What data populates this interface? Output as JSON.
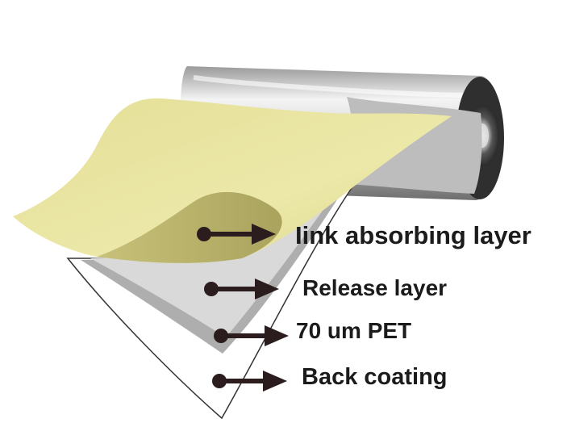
{
  "colors": {
    "ink_layer": "#e7e39e",
    "ink_layer_underside": "#bdb76e",
    "release_layer": "#d6d6d6",
    "pet_layer": "#aeaeae",
    "back_coating": "#ffffff",
    "roll_body": "#c9c9c9",
    "roll_core": "#3a3a3a",
    "arrow": "#2b1d1d",
    "text": "#1b1b1b"
  },
  "icons": [
    "film-roll",
    "pointer-arrow"
  ],
  "labels": {
    "ink": "Iink absorbing layer",
    "release": "Release layer",
    "pet": "70 um PET",
    "back": "Back coating"
  }
}
